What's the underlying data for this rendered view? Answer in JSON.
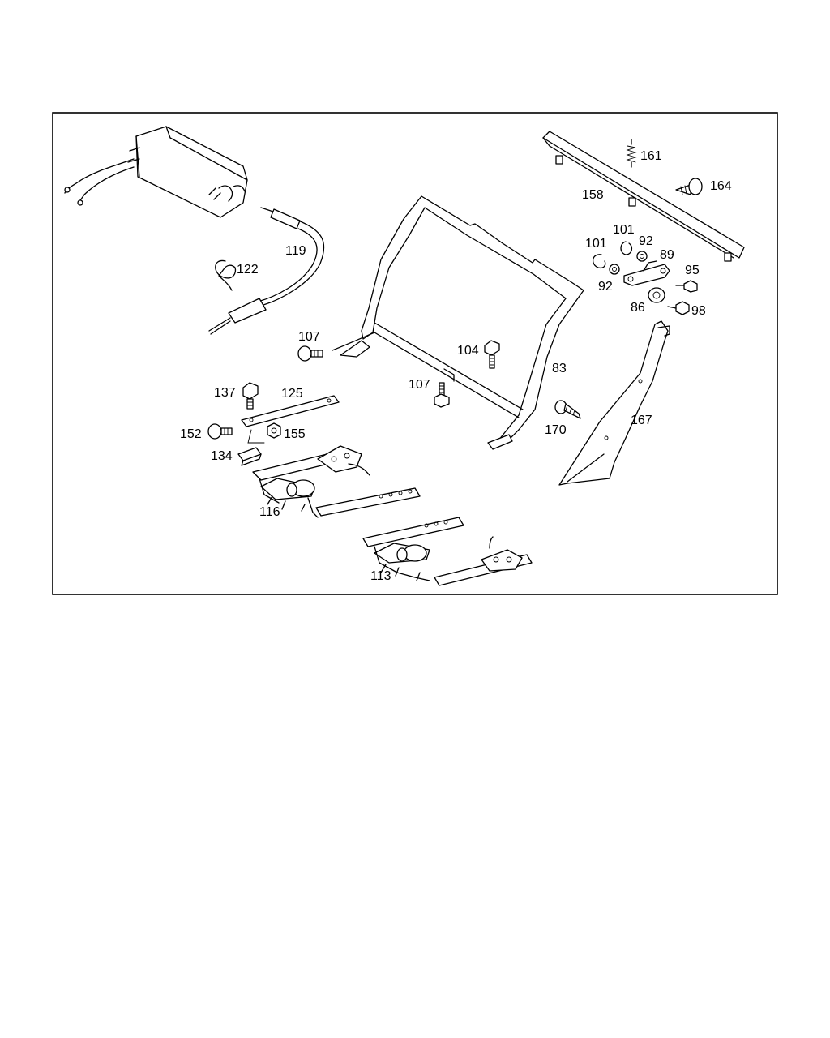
{
  "labels": {
    "l161": "161",
    "l164": "164",
    "l158": "158",
    "l101a": "101",
    "l101b": "101",
    "l92a": "92",
    "l89": "89",
    "l95": "95",
    "l92b": "92",
    "l86": "86",
    "l98": "98",
    "l122": "122",
    "l119": "119",
    "l107a": "107",
    "l104": "104",
    "l83": "83",
    "l107b": "107",
    "l137": "137",
    "l125": "125",
    "l152": "152",
    "l155": "155",
    "l134": "134",
    "l170": "170",
    "l167": "167",
    "l116": "116",
    "l113": "113"
  }
}
